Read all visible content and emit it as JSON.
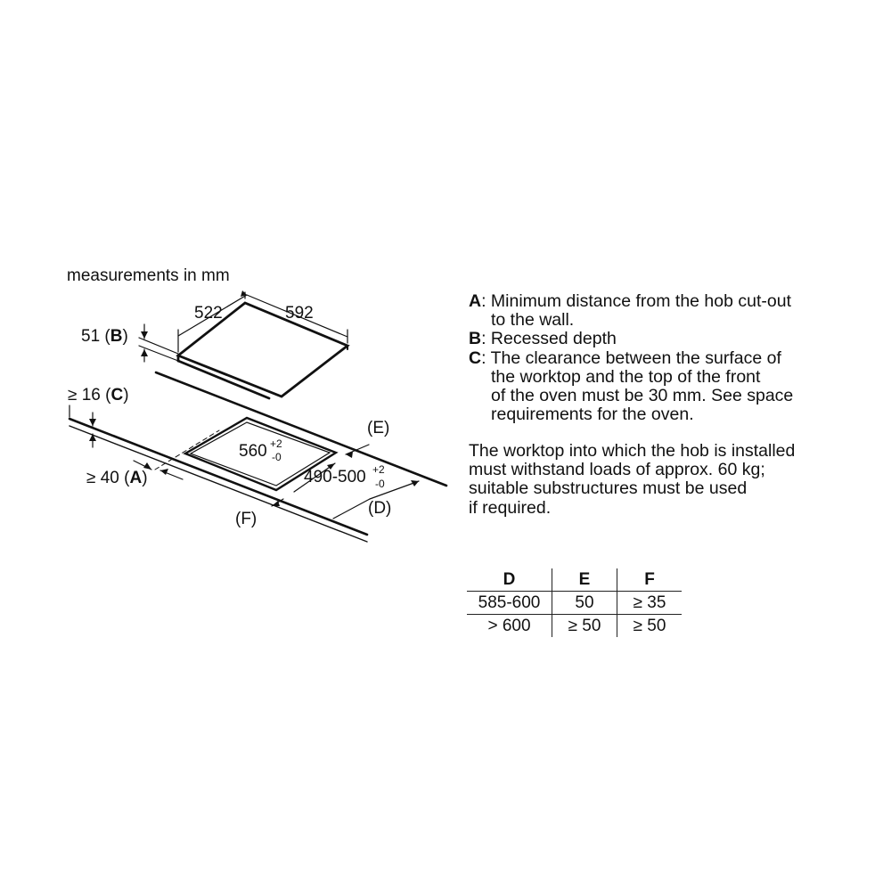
{
  "diagram": {
    "units_note": "measurements in mm",
    "hob_width": "522",
    "hob_depth": "592",
    "recess": {
      "value": "51",
      "letter": "B"
    },
    "clearance_c": {
      "sym": "≥",
      "value": "16",
      "letter": "C"
    },
    "distance_a": {
      "sym": "≥",
      "value": "40",
      "letter": "A"
    },
    "cutout_width": {
      "value": "560",
      "tol_plus": "+2",
      "tol_minus": "-0"
    },
    "cutout_depth": {
      "value": "490-500",
      "tol_plus": "+2",
      "tol_minus": "-0"
    },
    "label_e": "(E)",
    "label_d": "(D)",
    "label_f": "(F)"
  },
  "notes": [
    {
      "key": "A",
      "text": ": Minimum distance from the hob cut-out",
      "cont": [
        "to the wall."
      ]
    },
    {
      "key": "B",
      "text": ": Recessed depth",
      "cont": []
    },
    {
      "key": "C",
      "text": ": The clearance between the surface of",
      "cont": [
        "the worktop and the top of the front",
        "of the oven must be 30 mm. See space",
        "requirements for the oven."
      ]
    }
  ],
  "requirement": [
    "The worktop into which the hob is installed",
    "must withstand loads of approx. 60 kg;",
    "suitable substructures must be used",
    "if required."
  ],
  "table": {
    "headers": [
      "D",
      "E",
      "F"
    ],
    "rows": [
      [
        "585-600",
        "50",
        "≥ 35"
      ],
      [
        "> 600",
        "≥ 50",
        "≥ 50"
      ]
    ]
  }
}
